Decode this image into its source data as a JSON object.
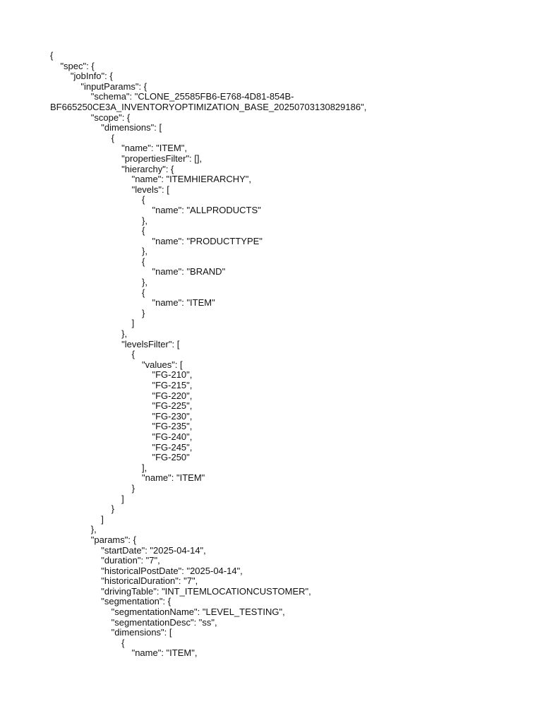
{
  "document": {
    "lines": [
      "{",
      "    \"spec\": {",
      "        \"jobInfo\": {",
      "            \"inputParams\": {",
      "                \"schema\": \"CLONE_25585FB6-E768-4D81-854B-",
      "BF665250CE3A_INVENTORYOPTIMIZATION_BASE_20250703130829186\",",
      "                \"scope\": {",
      "                    \"dimensions\": [",
      "                        {",
      "                            \"name\": \"ITEM\",",
      "                            \"propertiesFilter\": [],",
      "                            \"hierarchy\": {",
      "                                \"name\": \"ITEMHIERARCHY\",",
      "                                \"levels\": [",
      "                                    {",
      "                                        \"name\": \"ALLPRODUCTS\"",
      "                                    },",
      "                                    {",
      "                                        \"name\": \"PRODUCTTYPE\"",
      "                                    },",
      "                                    {",
      "                                        \"name\": \"BRAND\"",
      "                                    },",
      "                                    {",
      "                                        \"name\": \"ITEM\"",
      "                                    }",
      "                                ]",
      "                            },",
      "                            \"levelsFilter\": [",
      "                                {",
      "                                    \"values\": [",
      "                                        \"FG-210\",",
      "                                        \"FG-215\",",
      "                                        \"FG-220\",",
      "                                        \"FG-225\",",
      "                                        \"FG-230\",",
      "                                        \"FG-235\",",
      "                                        \"FG-240\",",
      "                                        \"FG-245\",",
      "                                        \"FG-250\"",
      "                                    ],",
      "                                    \"name\": \"ITEM\"",
      "                                }",
      "                            ]",
      "                        }",
      "                    ]",
      "                },",
      "                \"params\": {",
      "                    \"startDate\": \"2025-04-14\",",
      "                    \"duration\": \"7\",",
      "                    \"historicalPostDate\": \"2025-04-14\",",
      "                    \"historicalDuration\": \"7\",",
      "                    \"drivingTable\": \"INT_ITEMLOCATIONCUSTOMER\",",
      "                    \"segmentation\": {",
      "                        \"segmentationName\": \"LEVEL_TESTING\",",
      "                        \"segmentationDesc\": \"ss\",",
      "                        \"dimensions\": [",
      "                            {",
      "                                \"name\": \"ITEM\","
    ]
  }
}
